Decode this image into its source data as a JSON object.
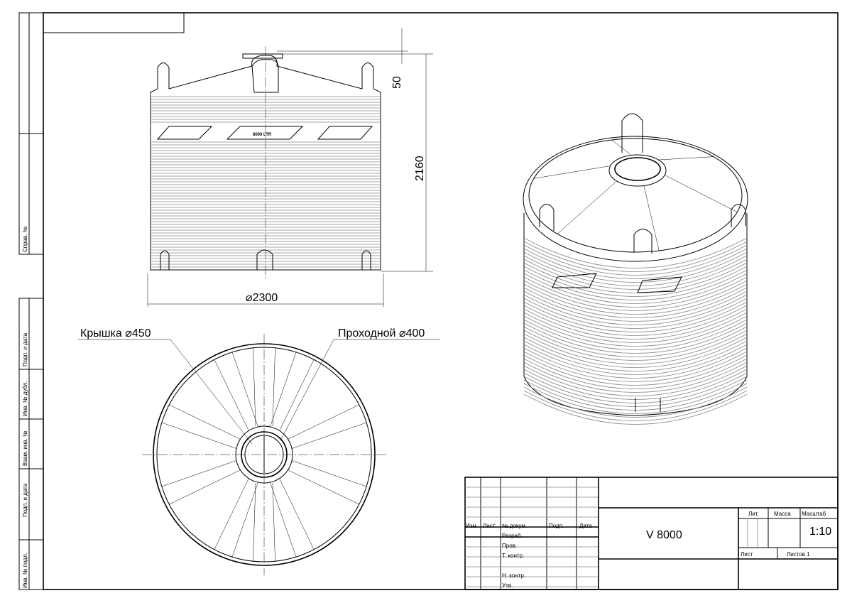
{
  "left_strip": [
    "Справ. №",
    "Подп. и дата",
    "Инв. № дубл.",
    "Взам. инв. №",
    "Подп. и дата",
    "Инв. № подл."
  ],
  "dimensions": {
    "gap": "50",
    "height": "2160",
    "diameter": "⌀2300"
  },
  "tank_label": "8000 LTR",
  "callouts": {
    "lid": "Крышка ⌀450",
    "passage": "Проходной ⌀400"
  },
  "title_block": {
    "headers": [
      "Изм.",
      "Лист",
      "№ докум.",
      "Подп.",
      "Дата"
    ],
    "roles": [
      "Разраб.",
      "Пров.",
      "Т. контр.",
      "",
      "Н. контр.",
      "Утв."
    ],
    "title": "V 8000",
    "lit_label": "Лит.",
    "mass_label": "Масса",
    "scale_label": "Масштаб",
    "scale": "1:10",
    "sheet_label": "Лист",
    "sheets_label": "Листов 1"
  }
}
